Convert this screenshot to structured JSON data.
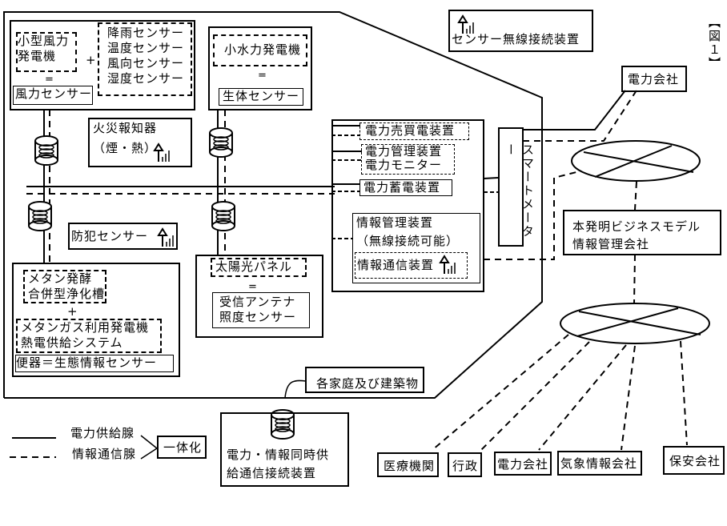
{
  "figure_label": "【図１】",
  "house": {
    "wind_generator": "小型風力\n発電機",
    "wind_generator_lines": [
      "小型風力",
      "発電機"
    ],
    "plus": "+",
    "weather_sensors": [
      "降雨センサー",
      "温度センサー",
      "風向センサー",
      "湿度センサー"
    ],
    "equals": "=",
    "wind_sensor": "風力センサー",
    "hydro_generator": "小水力発電機",
    "bio_sensor": "生体センサー",
    "fire_alarm_lines": [
      "火災報知器",
      "（煙・熱）"
    ],
    "crime_sensor": "防犯センサー",
    "methane_tank_lines": [
      "メタン発酵",
      "合併型浄化槽"
    ],
    "methane_gen_lines": [
      "メタンガス利用発電機",
      "熱電供給システム"
    ],
    "toilet_sensor": "便器＝生態情報センサー",
    "solar_panel": "太陽光パネル",
    "antenna_sensor_lines": [
      "受信アンテナ",
      "照度センサー"
    ],
    "power_trade": "電力売買電装置",
    "power_mgmt_lines": [
      "電力管理装置",
      "電力モニター"
    ],
    "power_storage": "電力蓄電装置",
    "info_mgmt_lines": [
      "情報管理装置",
      "（無線接続可能）"
    ],
    "info_comm": "情報通信装置",
    "smart_meter": "スマートメーター",
    "households_label": "各家庭及び建築物"
  },
  "sensor_wireless_legend": "センサー無線接続装置",
  "power_company_top": "電力会社",
  "business_company_lines": [
    "本発明ビジネスモデル",
    "情報管理会社"
  ],
  "endpoints": [
    "医療機関",
    "行政",
    "電力会社",
    "気象情報会社",
    "保安会社"
  ],
  "legend": {
    "power_line": "電力供給腺",
    "info_line": "情報通信腺",
    "integrated": "一体化",
    "connector_lines": [
      "電力・情報同時供",
      "給通信接続装置"
    ]
  },
  "icons": {
    "antenna": "wireless-antenna-icon",
    "connector": "coil-connector-icon",
    "network": "network-hub-icon"
  }
}
